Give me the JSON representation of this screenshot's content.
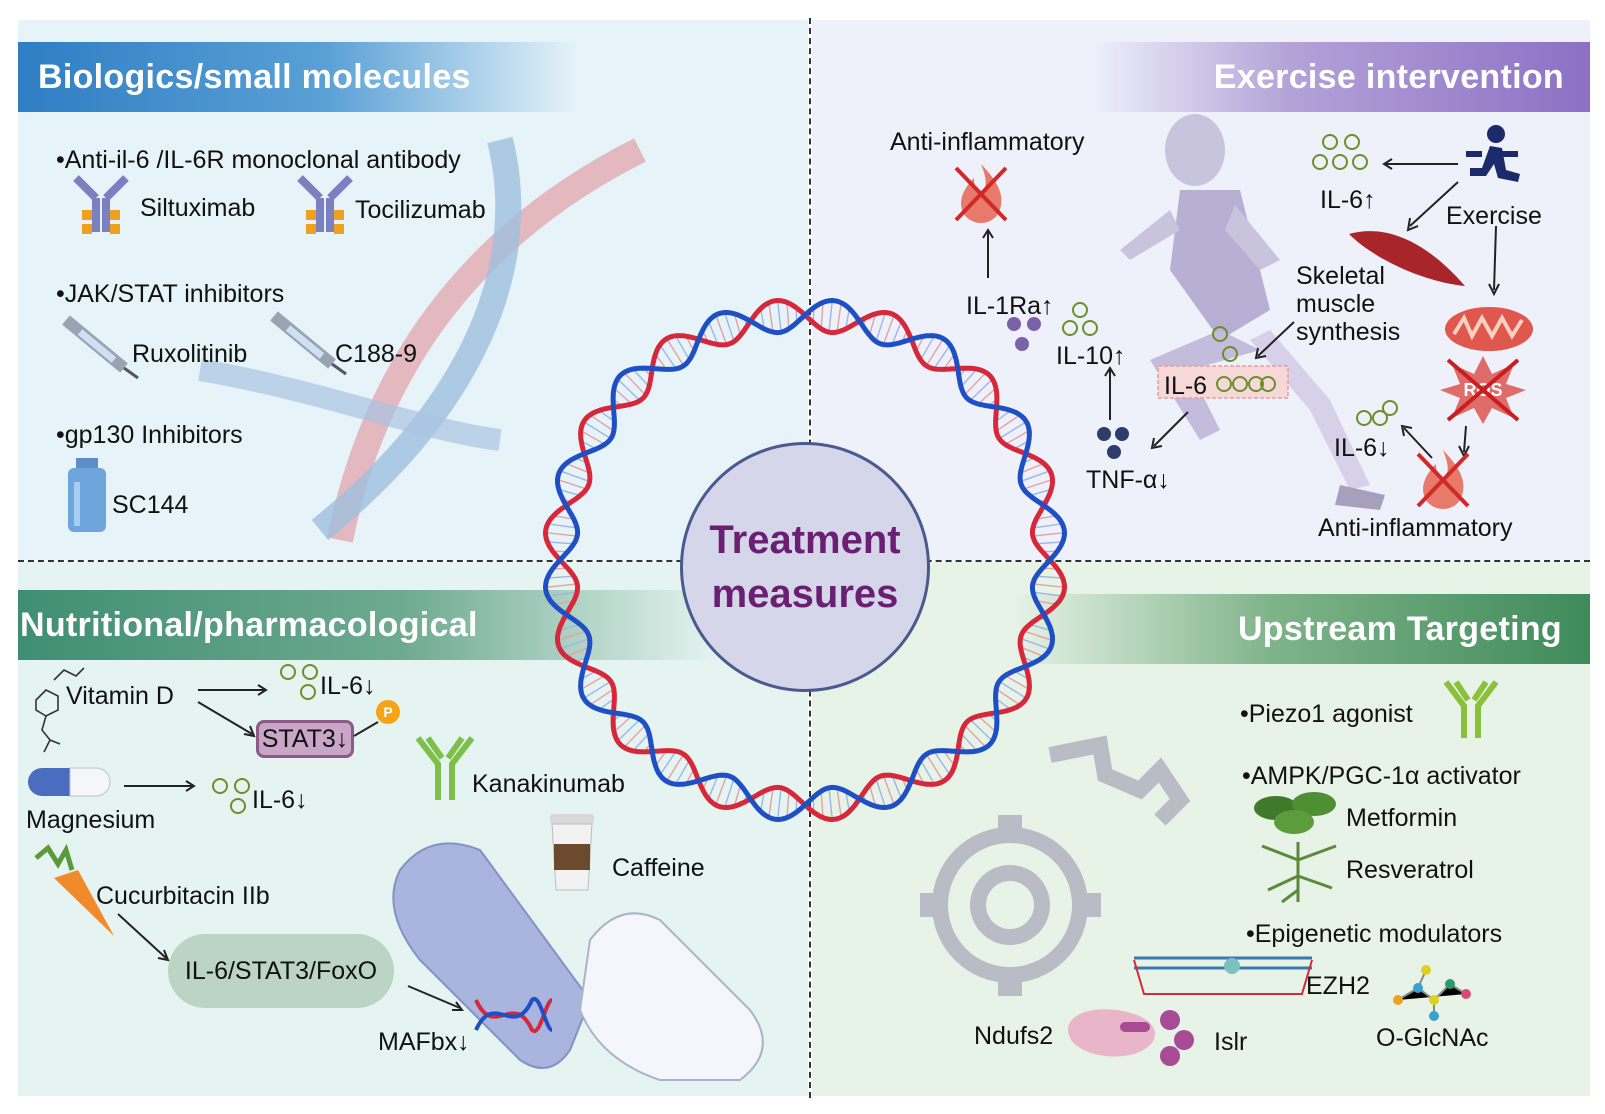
{
  "center": {
    "line1": "Treatment",
    "line2": "measures"
  },
  "q1": {
    "title": "Biologics/small molecules",
    "anti_il6": "•Anti-il-6 /IL-6R monoclonal antibody",
    "siltuximab": "Siltuximab",
    "tocilizumab": "Tocilizumab",
    "jak_stat": "•JAK/STAT inhibitors",
    "ruxolitinib": "Ruxolitinib",
    "c188": "C188-9",
    "gp130": "•gp130 Inhibitors",
    "sc144": "SC144"
  },
  "q2": {
    "title": "Exercise intervention",
    "anti_inflam_top": "Anti-inflammatory",
    "il6_up": "IL-6↑",
    "exercise": "Exercise",
    "skeletal": "Skeletal",
    "muscle": "muscle",
    "synthesis": "synthesis",
    "il1ra": "IL-1Ra↑",
    "il10": "IL-10↑",
    "il6_label": "IL-6",
    "ros": "ROS",
    "il6_down": "IL-6↓",
    "tnf": "TNF-α↓",
    "anti_inflam_bottom": "Anti-inflammatory"
  },
  "q3": {
    "title": "Nutritional/pharmacological",
    "vitd": "Vitamin D",
    "il6_down_a": "IL-6↓",
    "stat3": "STAT3↓",
    "p": "P",
    "magnesium": "Magnesium",
    "il6_down_b": "IL-6↓",
    "kanakinumab": "Kanakinumab",
    "caffeine": "Caffeine",
    "cucurbitacin": "Cucurbitacin IIb",
    "pathway": "IL-6/STAT3/FoxO",
    "mafbx": "MAFbx↓"
  },
  "q4": {
    "title": "Upstream Targeting",
    "piezo": "•Piezo1 agonist",
    "ampk": "•AMPK/PGC-1α activator",
    "metformin": "Metformin",
    "resveratrol": "Resveratrol",
    "epigenetic": "•Epigenetic modulators",
    "ezh2": "EZH2",
    "ndufs2": "Ndufs2",
    "islr": "Islr",
    "oglcnac": "O-GlcNAc"
  },
  "colors": {
    "blue_banner": "#2f7ec3",
    "purple_banner": "#8c70c4",
    "green_banner": "#3f8e73",
    "center_text": "#6a1f72",
    "dna_red": "#d6283a",
    "dna_blue": "#1f4fc4"
  }
}
